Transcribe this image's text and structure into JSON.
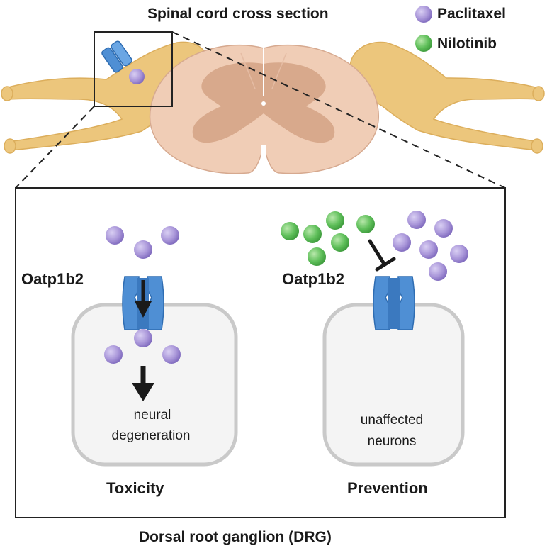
{
  "title": "Spinal cord cross section",
  "legend": {
    "paclitaxel_label": "Paclitaxel",
    "nilotinib_label": "Nilotinib",
    "paclitaxel_color": "#a996d9",
    "nilotinib_color": "#5fbf5a"
  },
  "left_panel": {
    "transporter_label": "Oatp1b2",
    "cell_text_line1": "neural",
    "cell_text_line2": "degeneration",
    "caption": "Toxicity"
  },
  "right_panel": {
    "transporter_label": "Oatp1b2",
    "cell_text_line1": "unaffected",
    "cell_text_line2": "neurons",
    "caption": "Prevention"
  },
  "bottom_caption": "Dorsal root ganglion (DRG)",
  "colors": {
    "nerve": "#ecc67c",
    "cord_outer": "#f0cdb6",
    "cord_inner": "#d8a98c",
    "transporter": "#4f8fd4",
    "cell_fill": "#f4f4f4",
    "cell_border": "#c9c9c9"
  }
}
